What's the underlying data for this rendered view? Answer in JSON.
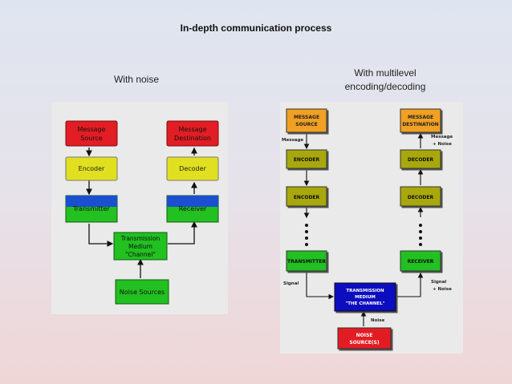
{
  "slide": {
    "title": "In-depth communication process",
    "left_caption": "With noise",
    "right_caption_line1": "With multilevel",
    "right_caption_line2": "encoding/decoding"
  },
  "left_diagram": {
    "message_source": [
      "Message",
      "Source"
    ],
    "message_destination": [
      "Message",
      "Destination"
    ],
    "encoder": "Encoder",
    "decoder": "Decoder",
    "transmitter": "Transmitter",
    "receiver": "Receiver",
    "channel": [
      "Transmission",
      "Medium",
      "\"Channel\""
    ],
    "noise_sources": "Noise Sources"
  },
  "right_diagram": {
    "message_source": [
      "MESSAGE",
      "SOURCE"
    ],
    "message_destination": [
      "MESSAGE",
      "DESTINATION"
    ],
    "encoder1": "ENCODER",
    "encoder2": "ENCODER",
    "decoder1": "DECODER",
    "decoder2": "DECODER",
    "transmitter": "TRANSMITTER",
    "receiver": "RECEIVER",
    "channel": [
      "TRANSMISSION",
      "MEDIUM",
      "\"THE CHANNEL\""
    ],
    "noise_source": [
      "NOISE",
      "SOURCE(S)"
    ],
    "label_message": "Message",
    "label_message_noise": [
      "Message",
      "+ Noise"
    ],
    "label_signal_left": "Signal",
    "label_signal_right": [
      "Signal",
      "+ Noise"
    ],
    "label_noise": "Noise"
  },
  "colors": {
    "red": "#e21d24",
    "yellow": "#e0e020",
    "green": "#22c020",
    "blue": "#1a4fd0",
    "orange": "#f0a020",
    "olive": "#a8a810",
    "navy": "#1010c0"
  }
}
